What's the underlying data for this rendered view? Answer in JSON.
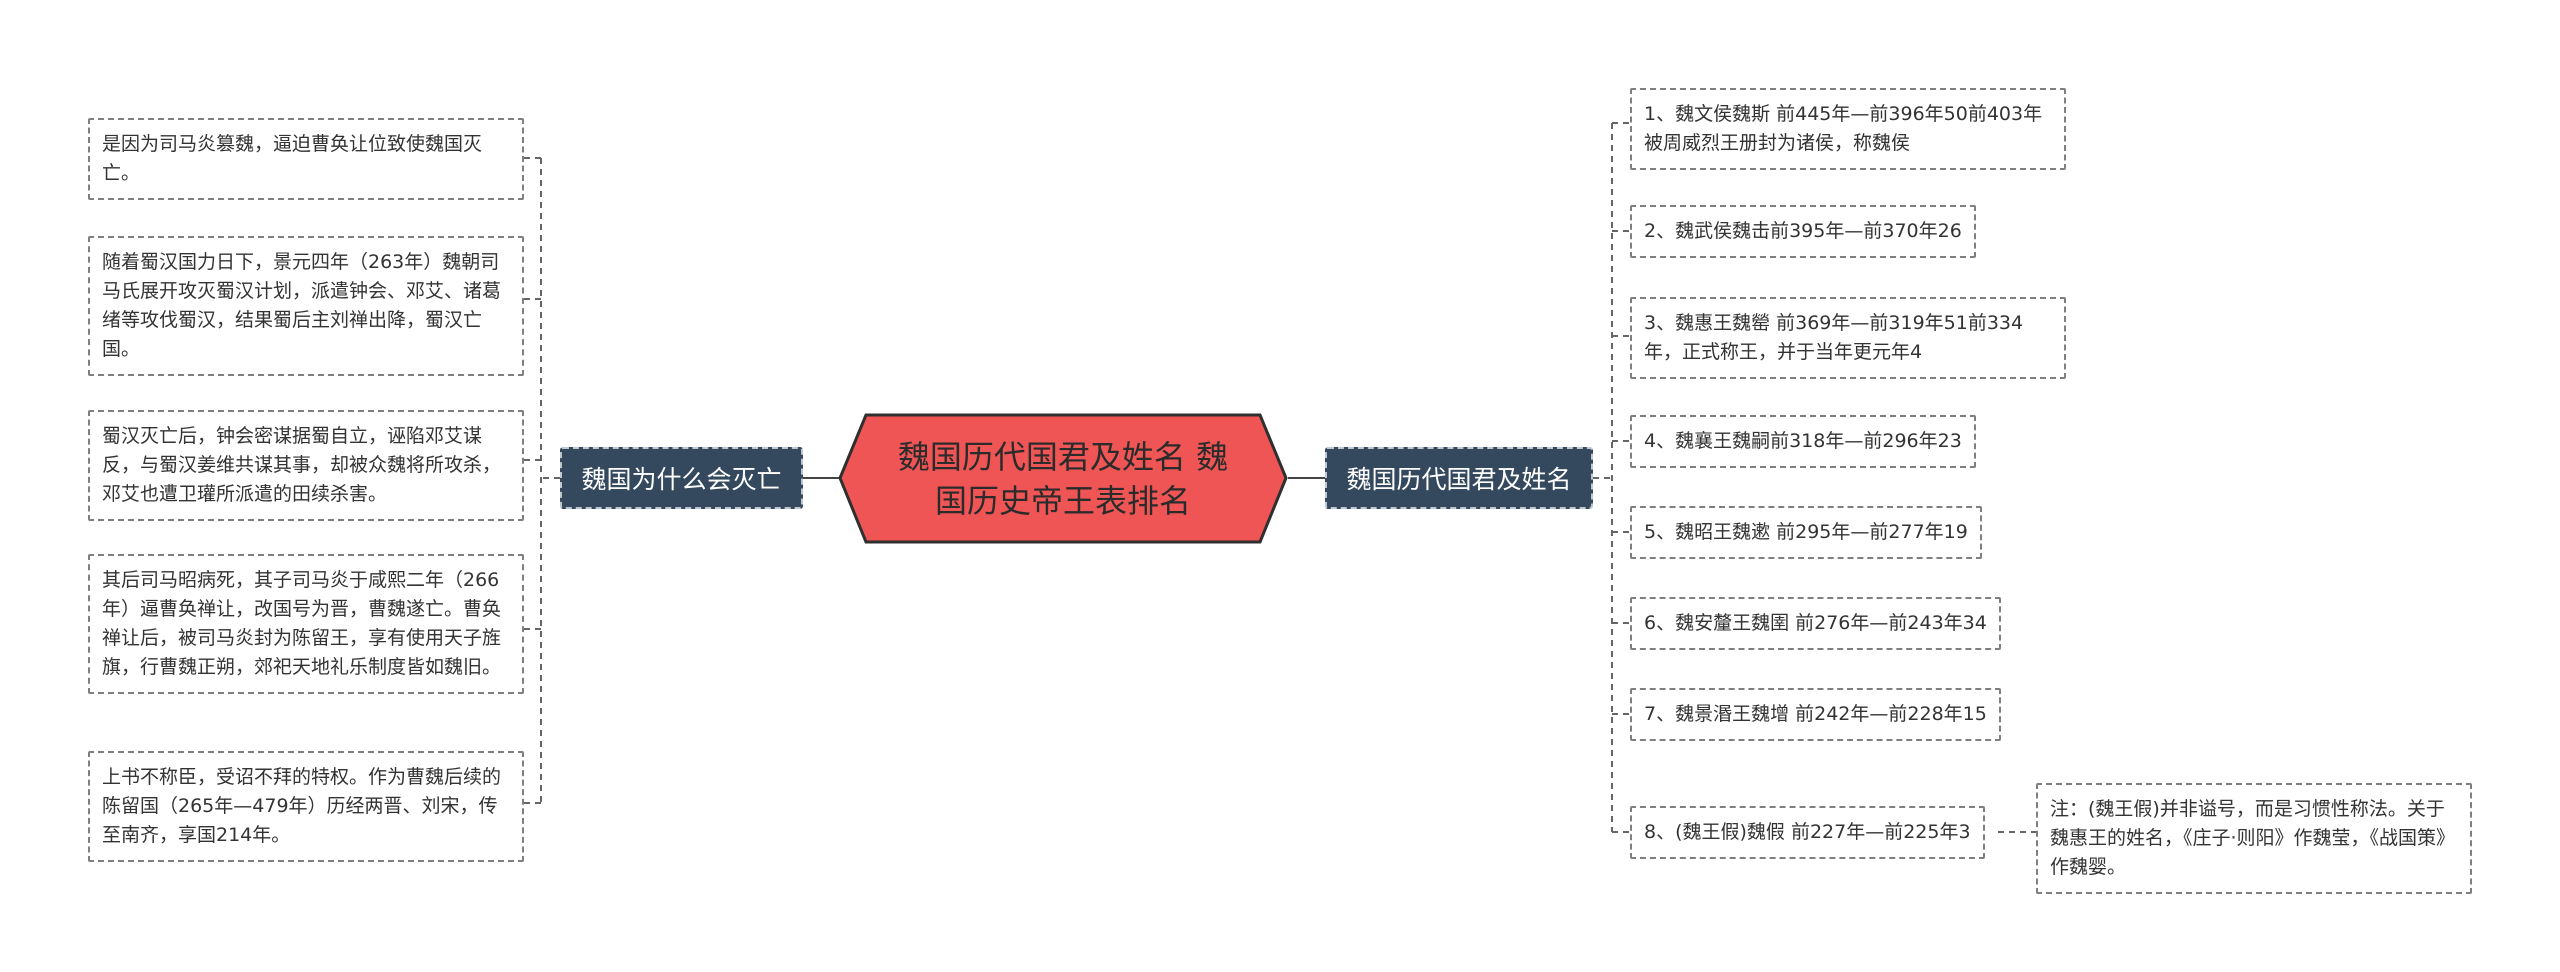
{
  "center": {
    "title": "魏国历代国君及姓名 魏国历史帝王表排名"
  },
  "left_branch": {
    "label": "魏国为什么会灭亡",
    "items": [
      "是因为司马炎篡魏，逼迫曹奂让位致使魏国灭亡。",
      "随着蜀汉国力日下，景元四年（263年）魏朝司马氏展开攻灭蜀汉计划，派遣钟会、邓艾、诸葛绪等攻伐蜀汉，结果蜀后主刘禅出降，蜀汉亡国。",
      "蜀汉灭亡后，钟会密谋据蜀自立，诬陷邓艾谋反，与蜀汉姜维共谋其事，却被众魏将所攻杀，邓艾也遭卫瓘所派遣的田续杀害。",
      "其后司马昭病死，其子司马炎于咸熙二年（266年）逼曹奂禅让，改国号为晋，曹魏遂亡。曹奂禅让后，被司马炎封为陈留王，享有使用天子旌旗，行曹魏正朔，郊祀天地礼乐制度皆如魏旧。",
      "上书不称臣，受诏不拜的特权。作为曹魏后续的陈留国（265年—479年）历经两晋、刘宋，传至南齐，享国214年。"
    ]
  },
  "right_branch": {
    "label": "魏国历代国君及姓名",
    "items": [
      "1、魏文侯魏斯 前445年—前396年50前403年被周威烈王册封为诸侯，称魏侯",
      "2、魏武侯魏击前395年—前370年26",
      "3、魏惠王魏罃 前369年—前319年51前334年，正式称王，并于当年更元年4",
      "4、魏襄王魏嗣前318年—前296年23",
      "5、魏昭王魏遬 前295年—前277年19",
      "6、魏安釐王魏圉 前276年—前243年34",
      "7、魏景湣王魏增 前242年—前228年15",
      "8、(魏王假)魏假 前227年—前225年3"
    ],
    "note": "注：(魏王假)并非谥号，而是习惯性称法。关于魏惠王的姓名，《庄子·则阳》作魏莹，《战国策》作魏婴。"
  },
  "colors": {
    "center_fill": "#f05556",
    "branch_fill": "#34495e",
    "line": "#555555",
    "leaf_border": "#7f7f7f"
  }
}
